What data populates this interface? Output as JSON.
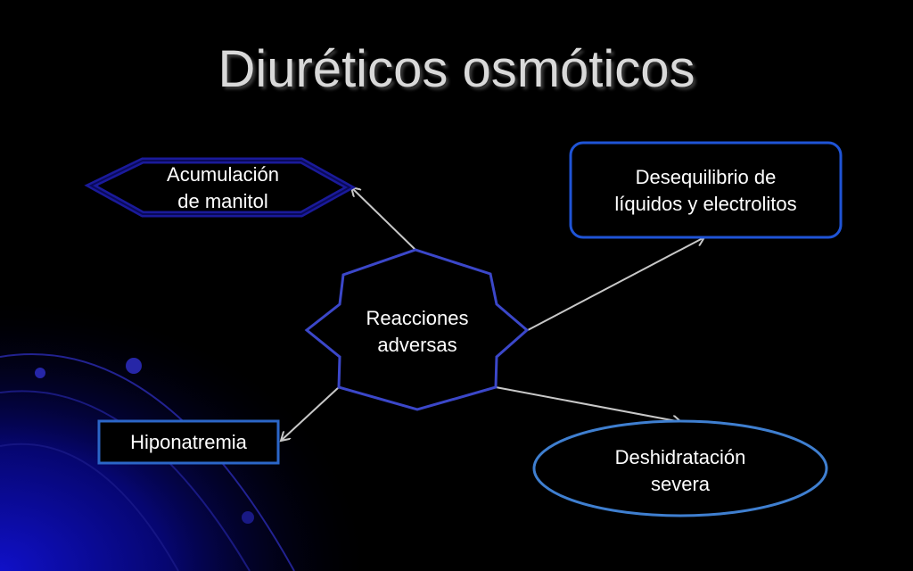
{
  "title": "Diuréticos osmóticos",
  "nodes": {
    "center": {
      "line1": "Reacciones",
      "line2": "adversas"
    },
    "acumulacion": {
      "line1": "Acumulación",
      "line2": "de manitol"
    },
    "desequilibrio": {
      "line1": "Desequilibrio de",
      "line2": "líquidos y electrolitos"
    },
    "hiponatremia": {
      "line1": "Hiponatremia"
    },
    "deshidratacion": {
      "line1": "Deshidratación",
      "line2": "severa"
    }
  },
  "colors": {
    "shape_fill": "#000000",
    "star_stroke": "#3b47c9",
    "box_stroke": "#1f54d6",
    "ellipse_stroke": "#3f7fd0",
    "hexagon_stroke": "#1a1a9a",
    "arrow": "#c8c8c8"
  }
}
